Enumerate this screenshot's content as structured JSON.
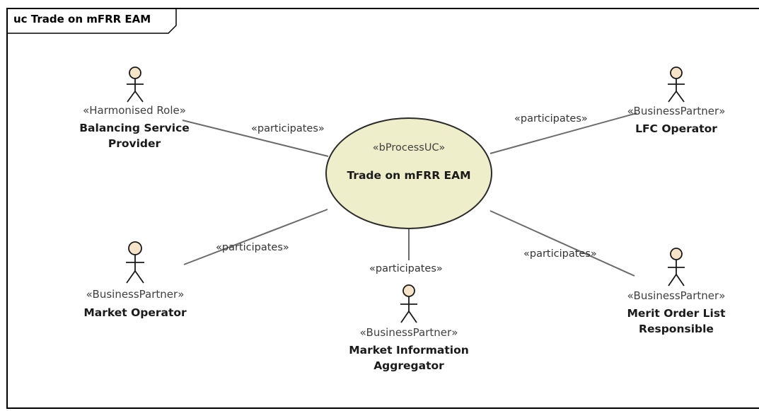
{
  "diagram": {
    "title": "uc Trade on mFRR EAM"
  },
  "use_case": {
    "stereotype": "«bProcessUC»",
    "name": "Trade on mFRR EAM",
    "fill": "#eeeecb",
    "stroke": "#2b2b2b"
  },
  "actor_style": {
    "head_fill": "#f6e4c8",
    "stroke": "#1a1a1a"
  },
  "actors": [
    {
      "id": "bsp",
      "stereotype": "«Harmonised Role»",
      "name_lines": [
        "Balancing Service",
        "Provider"
      ]
    },
    {
      "id": "lfc",
      "stereotype": "«BusinessPartner»",
      "name_lines": [
        "LFC Operator"
      ]
    },
    {
      "id": "mo",
      "stereotype": "«BusinessPartner»",
      "name_lines": [
        "Market Operator"
      ]
    },
    {
      "id": "mia",
      "stereotype": "«BusinessPartner»",
      "name_lines": [
        "Market Information",
        "Aggregator"
      ]
    },
    {
      "id": "molr",
      "stereotype": "«BusinessPartner»",
      "name_lines": [
        "Merit Order List",
        "Responsible"
      ]
    }
  ],
  "connectors": [
    {
      "actor": "bsp",
      "label": "«participates»"
    },
    {
      "actor": "lfc",
      "label": "«participates»"
    },
    {
      "actor": "mo",
      "label": "«participates»"
    },
    {
      "actor": "mia",
      "label": "«participates»"
    },
    {
      "actor": "molr",
      "label": "«participates»"
    }
  ]
}
